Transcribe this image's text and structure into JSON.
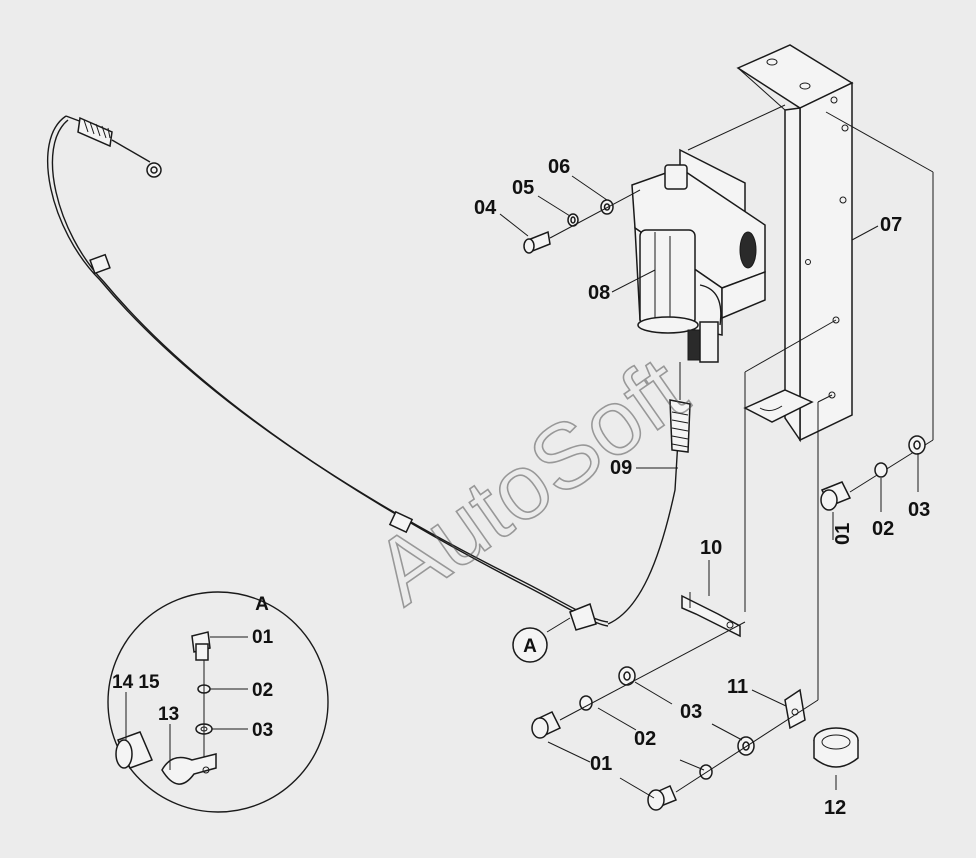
{
  "watermark": "AutoSoft",
  "detail_view": "A",
  "callout_marker": "A",
  "labels": {
    "l01a": "01",
    "l01b": "01",
    "l01c": "01",
    "l02a": "02",
    "l02b": "02",
    "l02c": "02",
    "l03a": "03",
    "l03b": "03",
    "l03c": "03",
    "l04": "04",
    "l05": "05",
    "l06": "06",
    "l07": "07",
    "l08": "08",
    "l09": "09",
    "l10": "10",
    "l11": "11",
    "l12": "12",
    "l13": "13",
    "l1415": "14 15"
  }
}
